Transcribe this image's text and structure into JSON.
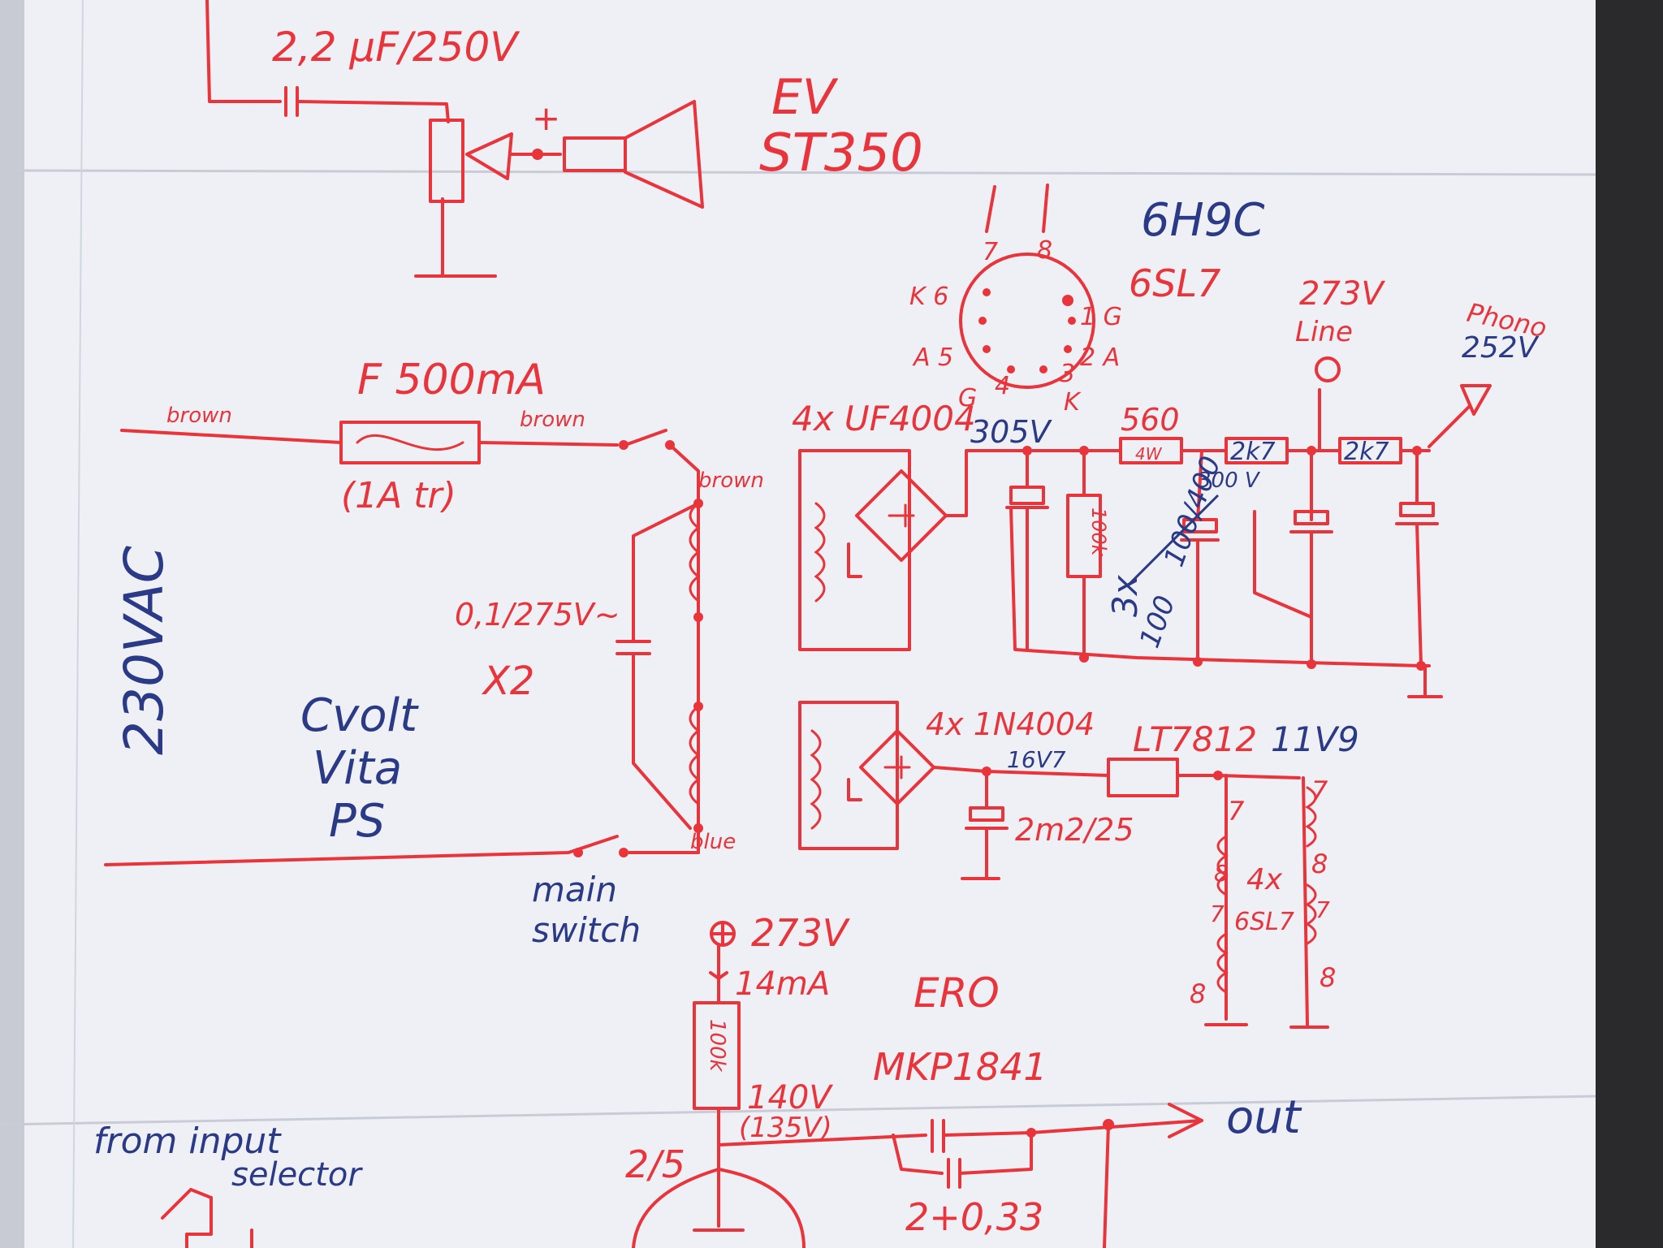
{
  "top_section": {
    "cap_label": "2,2 µF/250V",
    "plus": "+",
    "speaker_line1": "EV",
    "speaker_line2": "ST350"
  },
  "tube": {
    "name_blue": "6H9C",
    "name_red": "6SL7",
    "pins": [
      "7",
      "8",
      "K 6",
      "1 G",
      "A 5",
      "2 A",
      "4",
      "3",
      "K",
      "G"
    ]
  },
  "mains": {
    "fuse": "F 500mA",
    "fuse_sub": "(1A tr)",
    "brown_left": "brown",
    "brown_right": "brown",
    "brown_tap": "brown",
    "blue_tap": "blue",
    "ac_label": "230VAC",
    "x_cap": "0,1/275V~",
    "x_cap_count": "X2",
    "ps_line1": "Cvolt",
    "ps_line2": "Vita",
    "ps_line3": "PS",
    "main_switch_line1": "main",
    "main_switch_line2": "switch"
  },
  "hv_supply": {
    "bridge": "4x UF4004",
    "v1": "305V",
    "r1": "560",
    "r1_note": "4W",
    "v2": "300 V",
    "r2": "2k7",
    "r3": "2k7",
    "bleeder": "100k",
    "caps_note_a": "3x",
    "caps_note_b": "100/400",
    "caps_note_c": "100",
    "line_v": "273V",
    "line_label": "Line",
    "phono_label": "Phono",
    "phono_v": "252V"
  },
  "lv_supply": {
    "bridge": "4x 1N4004",
    "v_in": "16V7",
    "cap": "2m2/25",
    "regulator": "LT7812",
    "v_out": "11V9",
    "heater_note_a": "4x",
    "heater_note_b": "6SL7",
    "pin_7a": "7",
    "pin_8a": "8",
    "pin_8b": "8",
    "pin_7b": "7",
    "pin_8c": "8",
    "pin_7c": "7",
    "pin_8d": "8",
    "pin_7d": "7"
  },
  "stage": {
    "plus_v": "273V",
    "current": "14mA",
    "resistor": "100k",
    "anode_v": "140V",
    "anode_v2": "(135V)",
    "pin": "2/5",
    "cap_brand": "ERO",
    "cap_model": "MKP1841",
    "cap_value": "2+0,33",
    "out": "out",
    "from_line1": "from input",
    "from_line2": "selector"
  }
}
